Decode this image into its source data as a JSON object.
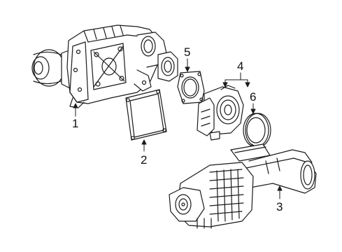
{
  "diagram": {
    "callouts": [
      {
        "id": "supercharger",
        "label": "1"
      },
      {
        "id": "gasket",
        "label": "2"
      },
      {
        "id": "air-cleaner",
        "label": "3"
      },
      {
        "id": "throttle-body",
        "label": "4"
      },
      {
        "id": "throttle-gasket",
        "label": "5"
      },
      {
        "id": "seal",
        "label": "6"
      }
    ]
  }
}
